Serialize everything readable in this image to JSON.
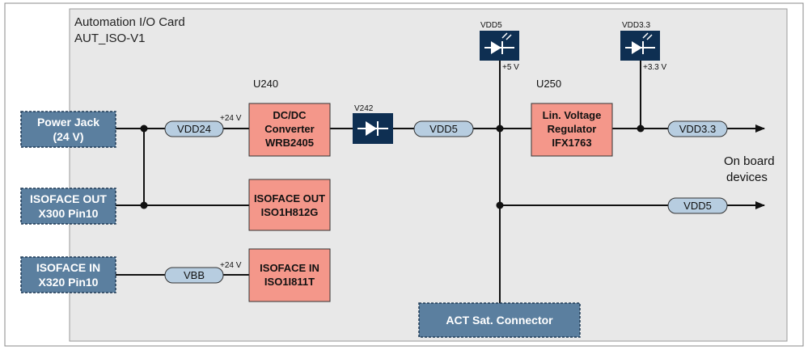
{
  "colors": {
    "card_bg": "#e8e8e8",
    "io_box": "#5b7f9f",
    "block_salmon": "#f4978a",
    "diode_dark": "#0e2f52",
    "net_pill": "#b7cde0",
    "line": "#111111"
  },
  "card": {
    "title": "Automation I/O Card",
    "subtitle": "AUT_ISO-V1"
  },
  "io": {
    "power_jack": [
      "Power Jack",
      "(24 V)"
    ],
    "isoface_out_conn": [
      "ISOFACE OUT",
      "X300 Pin10"
    ],
    "isoface_in_conn": [
      "ISOFACE IN",
      "X320 Pin10"
    ],
    "act_connector": "ACT Sat. Connector"
  },
  "blocks": {
    "dcdc": [
      "DC/DC",
      "Converter",
      "WRB2405"
    ],
    "iso_out": [
      "ISOFACE OUT",
      "ISO1H812G"
    ],
    "iso_in": [
      "ISOFACE IN",
      "ISO1I811T"
    ],
    "ldo": [
      "Lin. Voltage",
      "Regulator",
      "IFX1763"
    ]
  },
  "refs": {
    "u240": "U240",
    "u250": "U250",
    "v242": "V242"
  },
  "nets": {
    "vdd24": "VDD24",
    "vdd5": "VDD5",
    "vdd33": "VDD3.3",
    "vdd5_out": "VDD5",
    "vbb": "VBB"
  },
  "voltages": {
    "p24_top": "+24 V",
    "p24_bottom": "+24 V",
    "p5": "+5 V",
    "p33": "+3.3 V"
  },
  "leds": {
    "vdd5": "VDD5",
    "vdd33": "VDD3.3"
  },
  "on_board": [
    "On board",
    "devices"
  ],
  "icons": [
    "diode-icon",
    "led-icon",
    "arrow-head-icon"
  ]
}
